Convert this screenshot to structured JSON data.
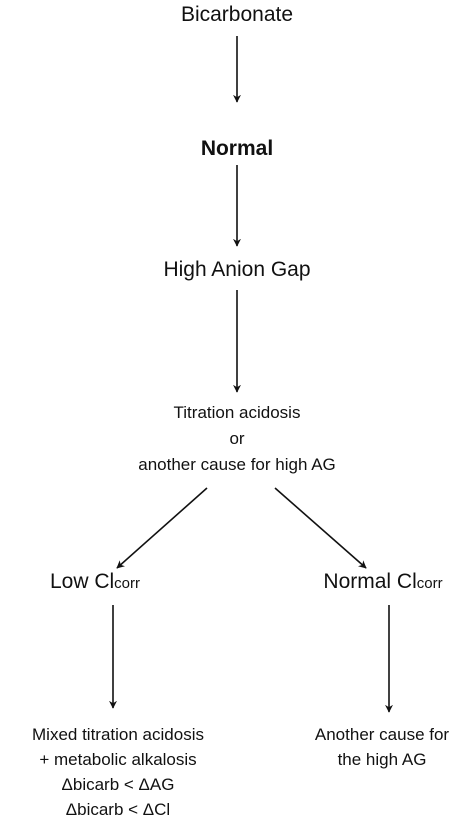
{
  "nodes": {
    "bicarbonate": "Bicarbonate",
    "normal": "Normal",
    "high_anion_gap": "High Anion Gap",
    "titration": {
      "line1": "Titration acidosis",
      "line2": "or",
      "line3": "another cause for high AG"
    },
    "low_cl": {
      "main": "Low Cl",
      "sub": "corr"
    },
    "normal_cl": {
      "main": "Normal Cl",
      "sub": "corr"
    },
    "mixed": {
      "line1": "Mixed titration acidosis",
      "line2": "+ metabolic alkalosis",
      "line3": "Δbicarb < ΔAG",
      "line4": "Δbicarb < ΔCl"
    },
    "another": {
      "line1": "Another cause for",
      "line2": "the high AG"
    }
  }
}
